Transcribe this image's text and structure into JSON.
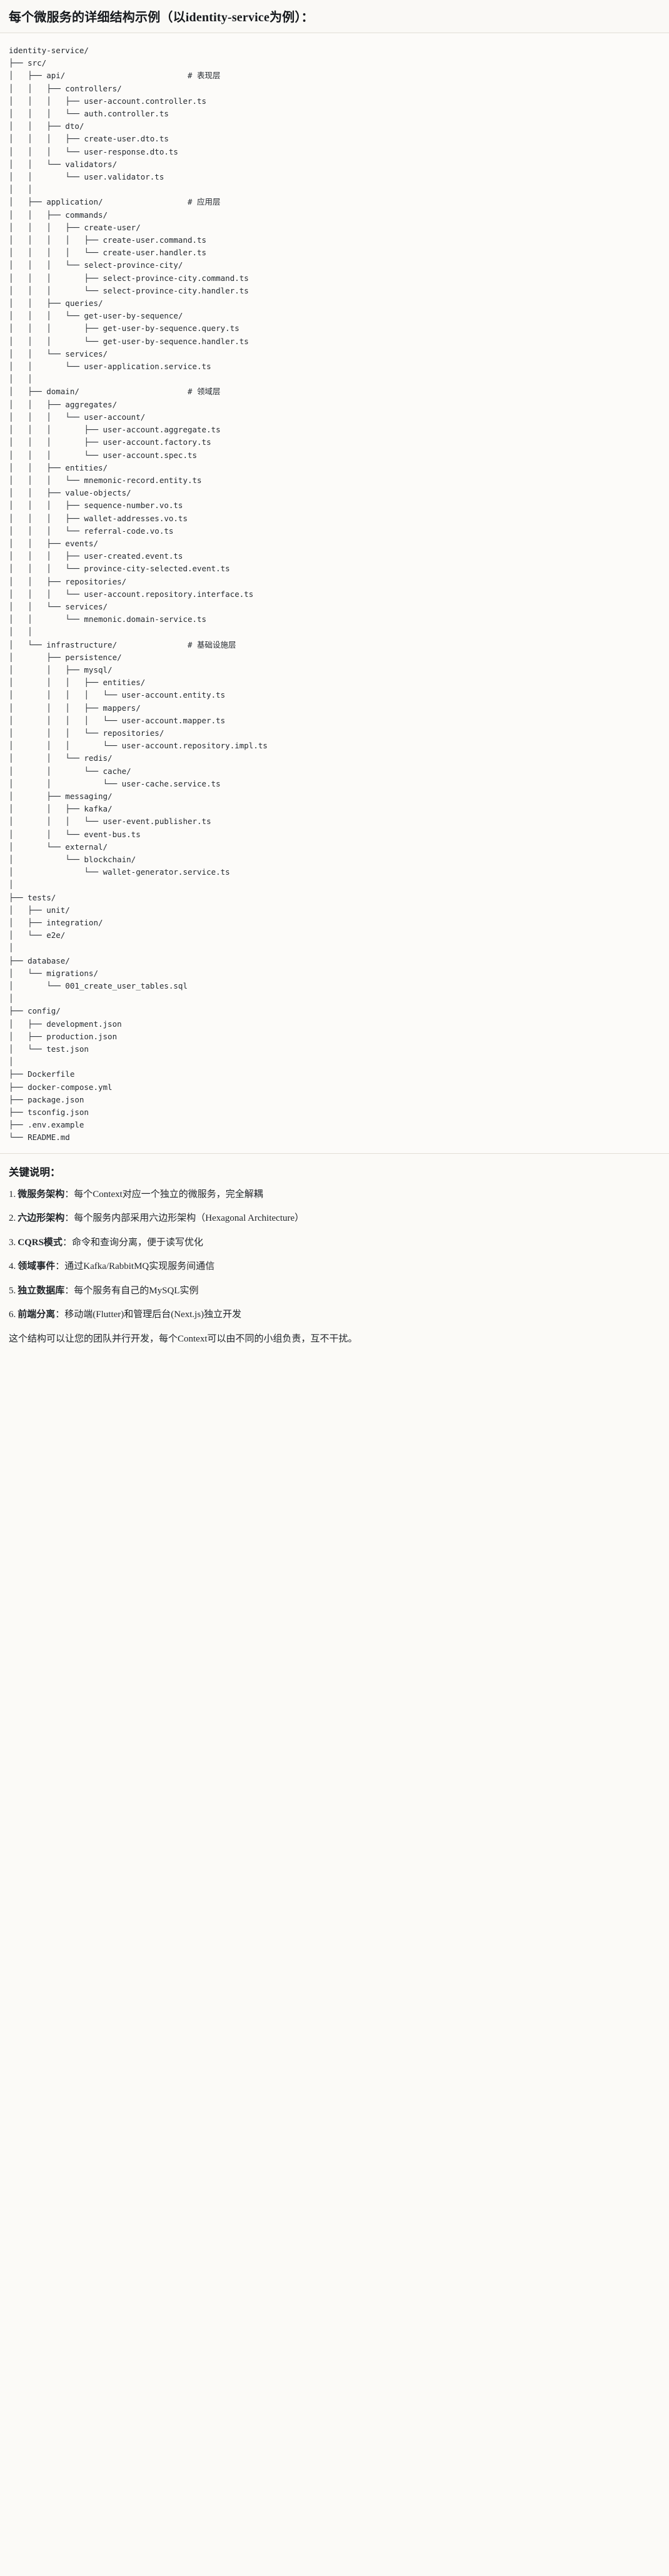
{
  "header": {
    "title": "每个微服务的详细结构示例（以identity-service为例）："
  },
  "tree": {
    "lines": [
      "identity-service/",
      "├── src/",
      "│   ├── api/                          # 表现层",
      "│   │   ├── controllers/",
      "│   │   │   ├── user-account.controller.ts",
      "│   │   │   └── auth.controller.ts",
      "│   │   ├── dto/",
      "│   │   │   ├── create-user.dto.ts",
      "│   │   │   └── user-response.dto.ts",
      "│   │   └── validators/",
      "│   │       └── user.validator.ts",
      "│   │",
      "│   ├── application/                  # 应用层",
      "│   │   ├── commands/",
      "│   │   │   ├── create-user/",
      "│   │   │   │   ├── create-user.command.ts",
      "│   │   │   │   └── create-user.handler.ts",
      "│   │   │   └── select-province-city/",
      "│   │   │       ├── select-province-city.command.ts",
      "│   │   │       └── select-province-city.handler.ts",
      "│   │   ├── queries/",
      "│   │   │   └── get-user-by-sequence/",
      "│   │   │       ├── get-user-by-sequence.query.ts",
      "│   │   │       └── get-user-by-sequence.handler.ts",
      "│   │   └── services/",
      "│   │       └── user-application.service.ts",
      "│   │",
      "│   ├── domain/                       # 领域层",
      "│   │   ├── aggregates/",
      "│   │   │   └── user-account/",
      "│   │   │       ├── user-account.aggregate.ts",
      "│   │   │       ├── user-account.factory.ts",
      "│   │   │       └── user-account.spec.ts",
      "│   │   ├── entities/",
      "│   │   │   └── mnemonic-record.entity.ts",
      "│   │   ├── value-objects/",
      "│   │   │   ├── sequence-number.vo.ts",
      "│   │   │   ├── wallet-addresses.vo.ts",
      "│   │   │   └── referral-code.vo.ts",
      "│   │   ├── events/",
      "│   │   │   ├── user-created.event.ts",
      "│   │   │   └── province-city-selected.event.ts",
      "│   │   ├── repositories/",
      "│   │   │   └── user-account.repository.interface.ts",
      "│   │   └── services/",
      "│   │       └── mnemonic.domain-service.ts",
      "│   │",
      "│   └── infrastructure/               # 基础设施层",
      "│       ├── persistence/",
      "│       │   ├── mysql/",
      "│       │   │   ├── entities/",
      "│       │   │   │   └── user-account.entity.ts",
      "│       │   │   ├── mappers/",
      "│       │   │   │   └── user-account.mapper.ts",
      "│       │   │   └── repositories/",
      "│       │   │       └── user-account.repository.impl.ts",
      "│       │   └── redis/",
      "│       │       └── cache/",
      "│       │           └── user-cache.service.ts",
      "│       ├── messaging/",
      "│       │   ├── kafka/",
      "│       │   │   └── user-event.publisher.ts",
      "│       │   └── event-bus.ts",
      "│       └── external/",
      "│           └── blockchain/",
      "│               └── wallet-generator.service.ts",
      "│",
      "├── tests/",
      "│   ├── unit/",
      "│   ├── integration/",
      "│   └── e2e/",
      "│",
      "├── database/",
      "│   └── migrations/",
      "│       └── 001_create_user_tables.sql",
      "│",
      "├── config/",
      "│   ├── development.json",
      "│   ├── production.json",
      "│   └── test.json",
      "│",
      "├── Dockerfile",
      "├── docker-compose.yml",
      "├── package.json",
      "├── tsconfig.json",
      "├── .env.example",
      "└── README.md"
    ]
  },
  "notes": {
    "heading": "关键说明：",
    "items": [
      {
        "term": "微服务架构",
        "sep": "：",
        "desc": "每个Context对应一个独立的微服务，完全解耦"
      },
      {
        "term": "六边形架构",
        "sep": "：",
        "desc": "每个服务内部采用六边形架构（Hexagonal Architecture）"
      },
      {
        "term": "CQRS模式",
        "sep": "：",
        "desc": "命令和查询分离，便于读写优化"
      },
      {
        "term": "领域事件",
        "sep": "：",
        "desc": "通过Kafka/RabbitMQ实现服务间通信"
      },
      {
        "term": "独立数据库",
        "sep": "：",
        "desc": "每个服务有自己的MySQL实例"
      },
      {
        "term": "前端分离",
        "sep": "：",
        "desc": "移动端(Flutter)和管理后台(Next.js)独立开发"
      }
    ],
    "footer": "这个结构可以让您的团队并行开发，每个Context可以由不同的小组负责，互不干扰。"
  }
}
